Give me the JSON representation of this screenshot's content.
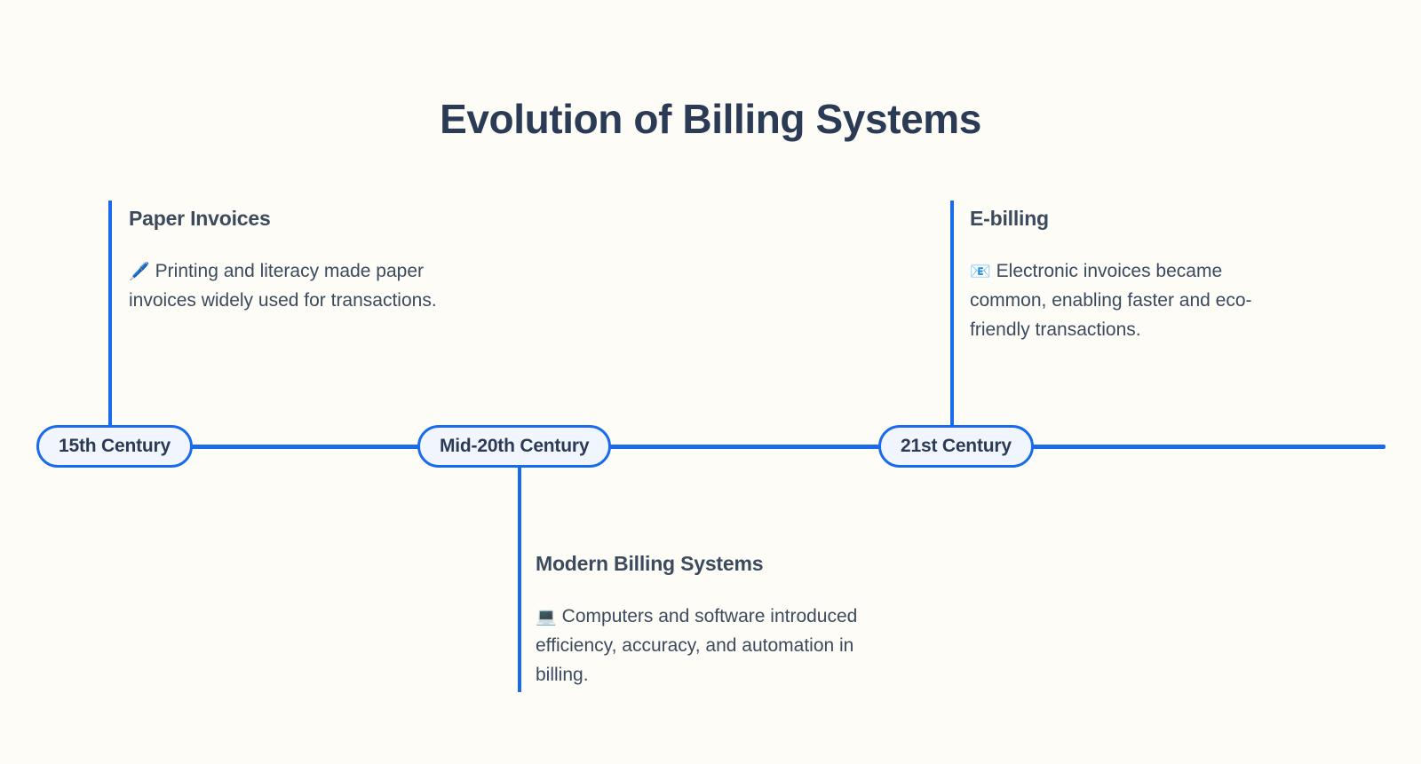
{
  "title": "Evolution of Billing Systems",
  "theme": {
    "background": "#fdfcf7",
    "accent": "#1a6bec",
    "node_fill": "#f1f5fd",
    "title_color": "#2b3a55",
    "text_color": "#3c4a5e"
  },
  "timeline": {
    "orientation": "horizontal",
    "nodes": [
      {
        "period": "15th Century",
        "heading": "Paper Invoices",
        "emoji": "🖊️",
        "emoji_name": "pen-icon",
        "description": "Printing and literacy made paper invoices widely used for transactions.",
        "placement": "above"
      },
      {
        "period": "Mid-20th Century",
        "heading": "Modern Billing Systems",
        "emoji": "💻",
        "emoji_name": "laptop-icon",
        "description": "Computers and software introduced efficiency, accuracy, and automation in billing.",
        "placement": "below"
      },
      {
        "period": "21st Century",
        "heading": "E-billing",
        "emoji": "📧",
        "emoji_name": "email-icon",
        "description": "Electronic invoices became common, enabling faster and eco-friendly transactions.",
        "placement": "above"
      }
    ]
  }
}
